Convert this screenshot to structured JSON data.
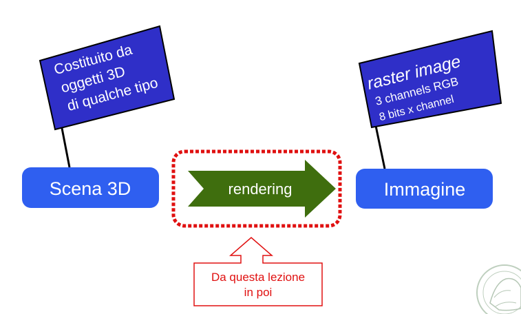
{
  "flags": {
    "left": {
      "lines": [
        "Costituito da",
        "oggetti 3D",
        "di qualche tipo"
      ]
    },
    "right": {
      "title": "raster  image",
      "lines": [
        "3 channels RGB",
        "8 bits x channel"
      ]
    }
  },
  "boxes": {
    "scene": "Scena 3D",
    "image": "Immagine"
  },
  "arrow": {
    "label": "rendering"
  },
  "callout": {
    "lines": [
      "Da questa lezione",
      "in poi"
    ]
  },
  "colors": {
    "box_blue": "#2f5ff0",
    "flag_blue": "#2f2fc8",
    "arrow_green": "#3f6e0e",
    "dotted_red": "#e01010",
    "callout_red": "#e01010"
  },
  "icons": {
    "logo": "university-seal-icon"
  }
}
